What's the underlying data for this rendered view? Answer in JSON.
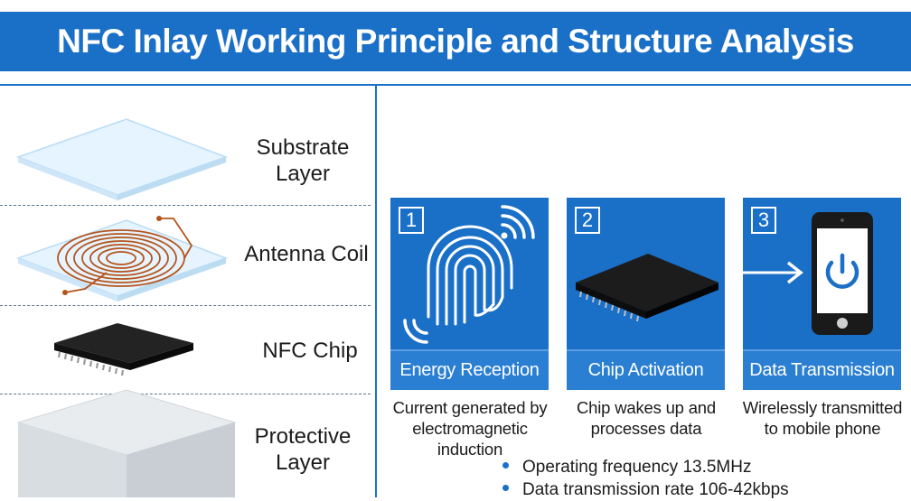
{
  "header": {
    "title": "NFC Inlay Working Principle and Structure Analysis"
  },
  "layers": [
    {
      "name": "Substrate Layer",
      "line1": "Substrate",
      "line2": "Layer"
    },
    {
      "name": "Antenna Coil",
      "line1": "Antenna Coil",
      "line2": ""
    },
    {
      "name": "NFC Chip",
      "line1": "NFC Chip",
      "line2": ""
    },
    {
      "name": "Protective Layer",
      "line1": "Protective",
      "line2": "Layer"
    }
  ],
  "steps": [
    {
      "number": "1",
      "title": "Energy Reception",
      "desc_line1": "Current generated by",
      "desc_line2": "electromagnetic induction",
      "icon": "fingerprint-wave-icon"
    },
    {
      "number": "2",
      "title": "Chip Activation",
      "desc_line1": "Chip wakes up and",
      "desc_line2": "processes data",
      "icon": "chip-icon"
    },
    {
      "number": "3",
      "title": "Data Transmission",
      "desc_line1": "Wirelessly transmitted",
      "desc_line2": "to mobile phone",
      "icon": "phone-power-icon"
    }
  ],
  "specs": [
    "Operating frequency 13.5MHz",
    "Data transmission rate 106-42kbps"
  ],
  "colors": {
    "accent": "#1a6fc7",
    "copper": "#b5541c",
    "chip": "#1c1c1c",
    "substrate": "#dcefff"
  }
}
